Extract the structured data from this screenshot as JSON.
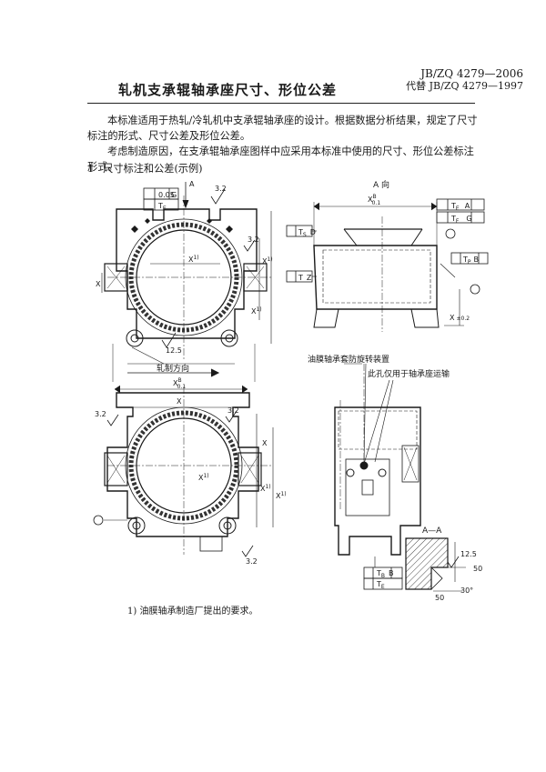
{
  "header": {
    "standard_code": "JB/ZQ 4279—2006",
    "replaces": "代替 JB/ZQ 4279—1997",
    "title": "轧机支承辊轴承座尺寸、形位公差"
  },
  "body": {
    "paragraph_1": "本标准适用于热轧/冷轧机中支承辊轴承座的设计。根据数据分析结果，规定了尺寸标注的形式、尺寸公差及形位公差。",
    "paragraph_2": "考虑制造原因，在支承辊轴承座图样中应采用本标准中使用的尺寸、形位公差标注形式。",
    "section_number": "1",
    "section_title": "尺寸标注和公差(示例)"
  },
  "drawing": {
    "tol_005": "0.05",
    "datum_g": "G",
    "datum_a": "A",
    "tol_te": "T",
    "sub_e": "E",
    "rough_32": "3.2",
    "rough_125": "12.5",
    "label_x": "X",
    "sup_1": "1)",
    "sup_b": "B",
    "sub_01": "0.1",
    "tol_pm02": "±0.2",
    "view_a": "A 向",
    "rolling_direction": "轧制方向",
    "tol_ts": "T",
    "sub_s": "S",
    "sub_f": "F",
    "sub_p": "P",
    "sub_b": "B",
    "datum_d": "D",
    "datum_b": "B",
    "datum_z": "Z",
    "tol_t": "T",
    "callout_oil_film": "油膜轴承套防旋转装置",
    "callout_hole": "此孔仅用于轴承座运输",
    "section_aa": "A—A",
    "dim_50": "50",
    "angle_30": "30°"
  },
  "footnote": "1) 油膜轴承制造厂提出的要求。"
}
